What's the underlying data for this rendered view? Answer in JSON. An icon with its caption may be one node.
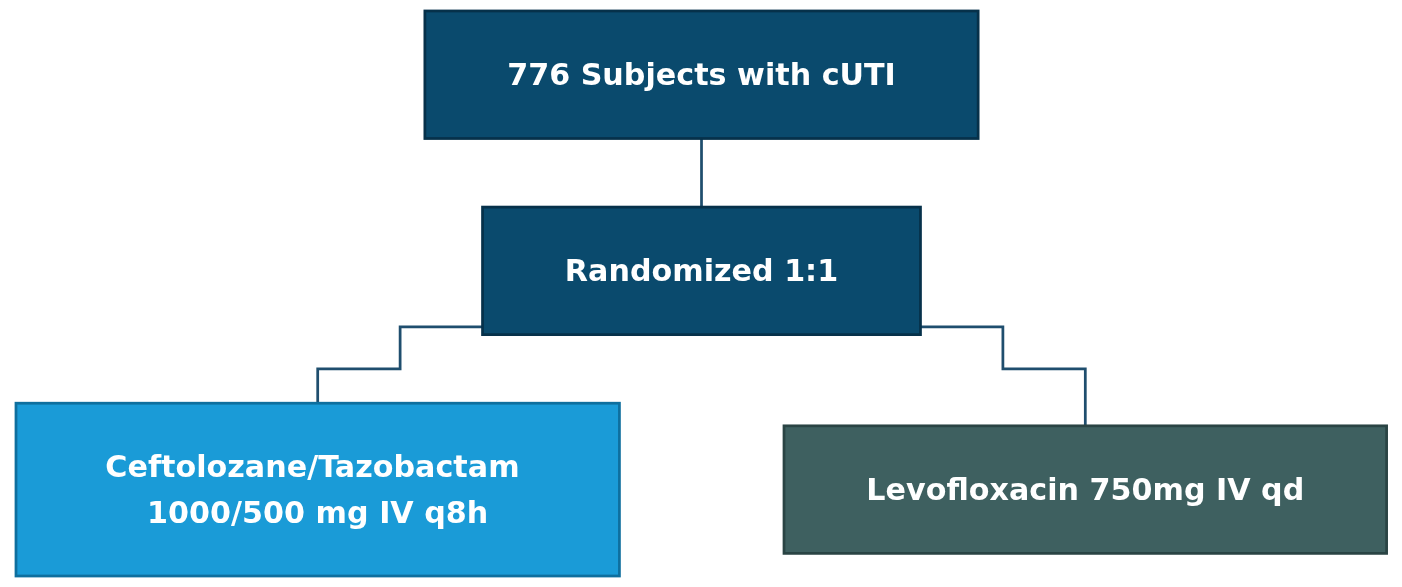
{
  "diagram": {
    "nodes": [
      {
        "text": [
          "776 Subjects with cUTI"
        ]
      },
      {
        "text": [
          "Randomized 1:1"
        ]
      },
      {
        "text": [
          "Ceftolozane/Tazobactam 1000/500 mg IV q8h"
        ]
      },
      {
        "text": [
          "Levofloxacin 750mg IV qd"
        ]
      }
    ],
    "edges": [
      {
        "from": 0,
        "to": 1,
        "arrow": "none"
      },
      {
        "from": 1,
        "to": 2,
        "arrow": "none"
      },
      {
        "from": 1,
        "to": 3,
        "arrow": "none"
      }
    ]
  }
}
